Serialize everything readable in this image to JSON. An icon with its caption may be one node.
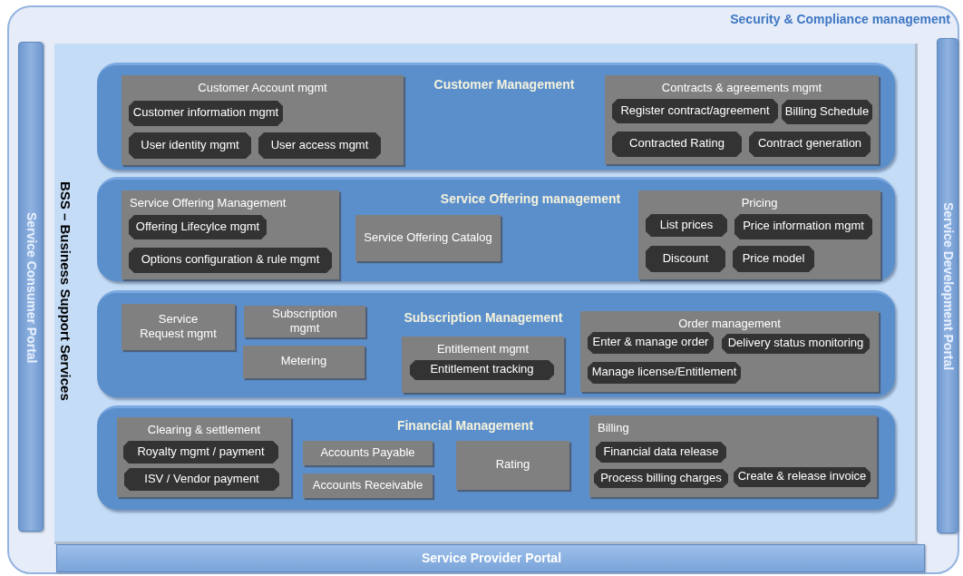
{
  "diagram": {
    "nodes": [
      {
        "text": [
          "Security & Compliance management"
        ]
      },
      {
        "text": [
          "Service Consumer Portal"
        ],
        "in": 0
      },
      {
        "text": [
          "BSS – Business Support Services"
        ],
        "in": 0
      },
      {
        "text": [
          "Customer Management"
        ],
        "in": 2
      },
      {
        "text": [
          "Customer Account mgmt"
        ],
        "in": 3
      },
      {
        "text": [
          "Customer information mgmt"
        ],
        "in": 4
      },
      {
        "text": [
          "User identity mgmt"
        ],
        "in": 4
      },
      {
        "text": [
          "User access mgmt"
        ],
        "in": 4
      },
      {
        "text": [
          "Contracts & agreements mgmt"
        ],
        "in": 3
      },
      {
        "text": [
          "Register contract/agreement"
        ],
        "in": 8
      },
      {
        "text": [
          "Billing Schedule"
        ],
        "in": 8
      },
      {
        "text": [
          "Contracted Rating"
        ],
        "in": 8
      },
      {
        "text": [
          "Contract generation"
        ],
        "in": 8
      },
      {
        "text": [
          "Service Offering management"
        ],
        "in": 2
      },
      {
        "text": [
          "Service Offering Management"
        ],
        "in": 13
      },
      {
        "text": [
          "Offering Lifecylce mgmt"
        ],
        "in": 14
      },
      {
        "text": [
          "Options configuration & rule mgmt"
        ],
        "in": 14
      },
      {
        "text": [
          "Service Offering Catalog"
        ],
        "in": 13
      },
      {
        "text": [
          "Pricing"
        ],
        "in": 13
      },
      {
        "text": [
          "List prices"
        ],
        "in": 18
      },
      {
        "text": [
          "Price information mgmt"
        ],
        "in": 18
      },
      {
        "text": [
          "Discount"
        ],
        "in": 18
      },
      {
        "text": [
          "Price model"
        ],
        "in": 18
      },
      {
        "text": [
          "Subscription Management"
        ],
        "in": 2
      },
      {
        "text": [
          "Service Request mgmt"
        ],
        "in": 23
      },
      {
        "text": [
          "Subscription mgmt"
        ],
        "in": 23
      },
      {
        "text": [
          "Metering"
        ],
        "in": 23
      },
      {
        "text": [
          "Entitlement mgmt"
        ],
        "in": 23
      },
      {
        "text": [
          "Entitlement tracking"
        ],
        "in": 27
      },
      {
        "text": [
          "Order management"
        ],
        "in": 23
      },
      {
        "text": [
          "Enter & manage order"
        ],
        "in": 29
      },
      {
        "text": [
          "Delivery status monitoring"
        ],
        "in": 29
      },
      {
        "text": [
          "Manage license/Entitlement"
        ],
        "in": 29
      },
      {
        "text": [
          "Financial Management"
        ],
        "in": 2
      },
      {
        "text": [
          "Clearing & settlement"
        ],
        "in": 33
      },
      {
        "text": [
          "Royalty mgmt / payment"
        ],
        "in": 34
      },
      {
        "text": [
          "ISV / Vendor payment"
        ],
        "in": 34
      },
      {
        "text": [
          "Accounts Payable"
        ],
        "in": 33
      },
      {
        "text": [
          "Accounts Receivable"
        ],
        "in": 33
      },
      {
        "text": [
          "Rating"
        ],
        "in": 33
      },
      {
        "text": [
          "Billing"
        ],
        "in": 33
      },
      {
        "text": [
          "Financial data release"
        ],
        "in": 40
      },
      {
        "text": [
          "Process billing charges"
        ],
        "in": 40
      },
      {
        "text": [
          "Create & release invoice"
        ],
        "in": 40
      },
      {
        "text": [
          "Service Development Portal"
        ],
        "in": 0
      },
      {
        "text": [
          "Service Provider Portal"
        ],
        "in": 0
      }
    ]
  }
}
